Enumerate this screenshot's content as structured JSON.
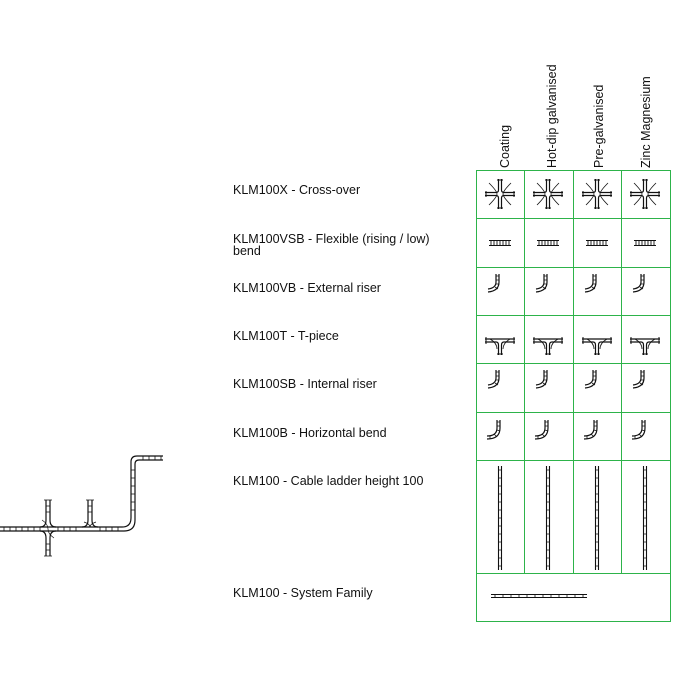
{
  "columns": [
    "Coating",
    "Hot-dip galvanised",
    "Pre-galvanised",
    "Zinc Magnesium"
  ],
  "rows": [
    {
      "label": "KLM100X - Cross-over",
      "icon": "cross-over-icon"
    },
    {
      "label": "KLM100VSB - Flexible (rising / low) bend",
      "icon": "flexible-bend-icon"
    },
    {
      "label": "KLM100VB - External riser",
      "icon": "external-riser-icon"
    },
    {
      "label": "KLM100T - T-piece",
      "icon": "t-piece-icon"
    },
    {
      "label": "KLM100SB - Internal riser",
      "icon": "internal-riser-icon"
    },
    {
      "label": "KLM100B - Horizontal bend",
      "icon": "horizontal-bend-icon"
    },
    {
      "label": "KLM100 - Cable ladder height 100",
      "icon": "cable-ladder-icon"
    },
    {
      "label": "KLM100 - System Family",
      "icon": "system-family-icon"
    }
  ],
  "grid_color": "#2db34a",
  "line_color": "#111111",
  "preview_icon": "cable-ladder-assembly-icon"
}
